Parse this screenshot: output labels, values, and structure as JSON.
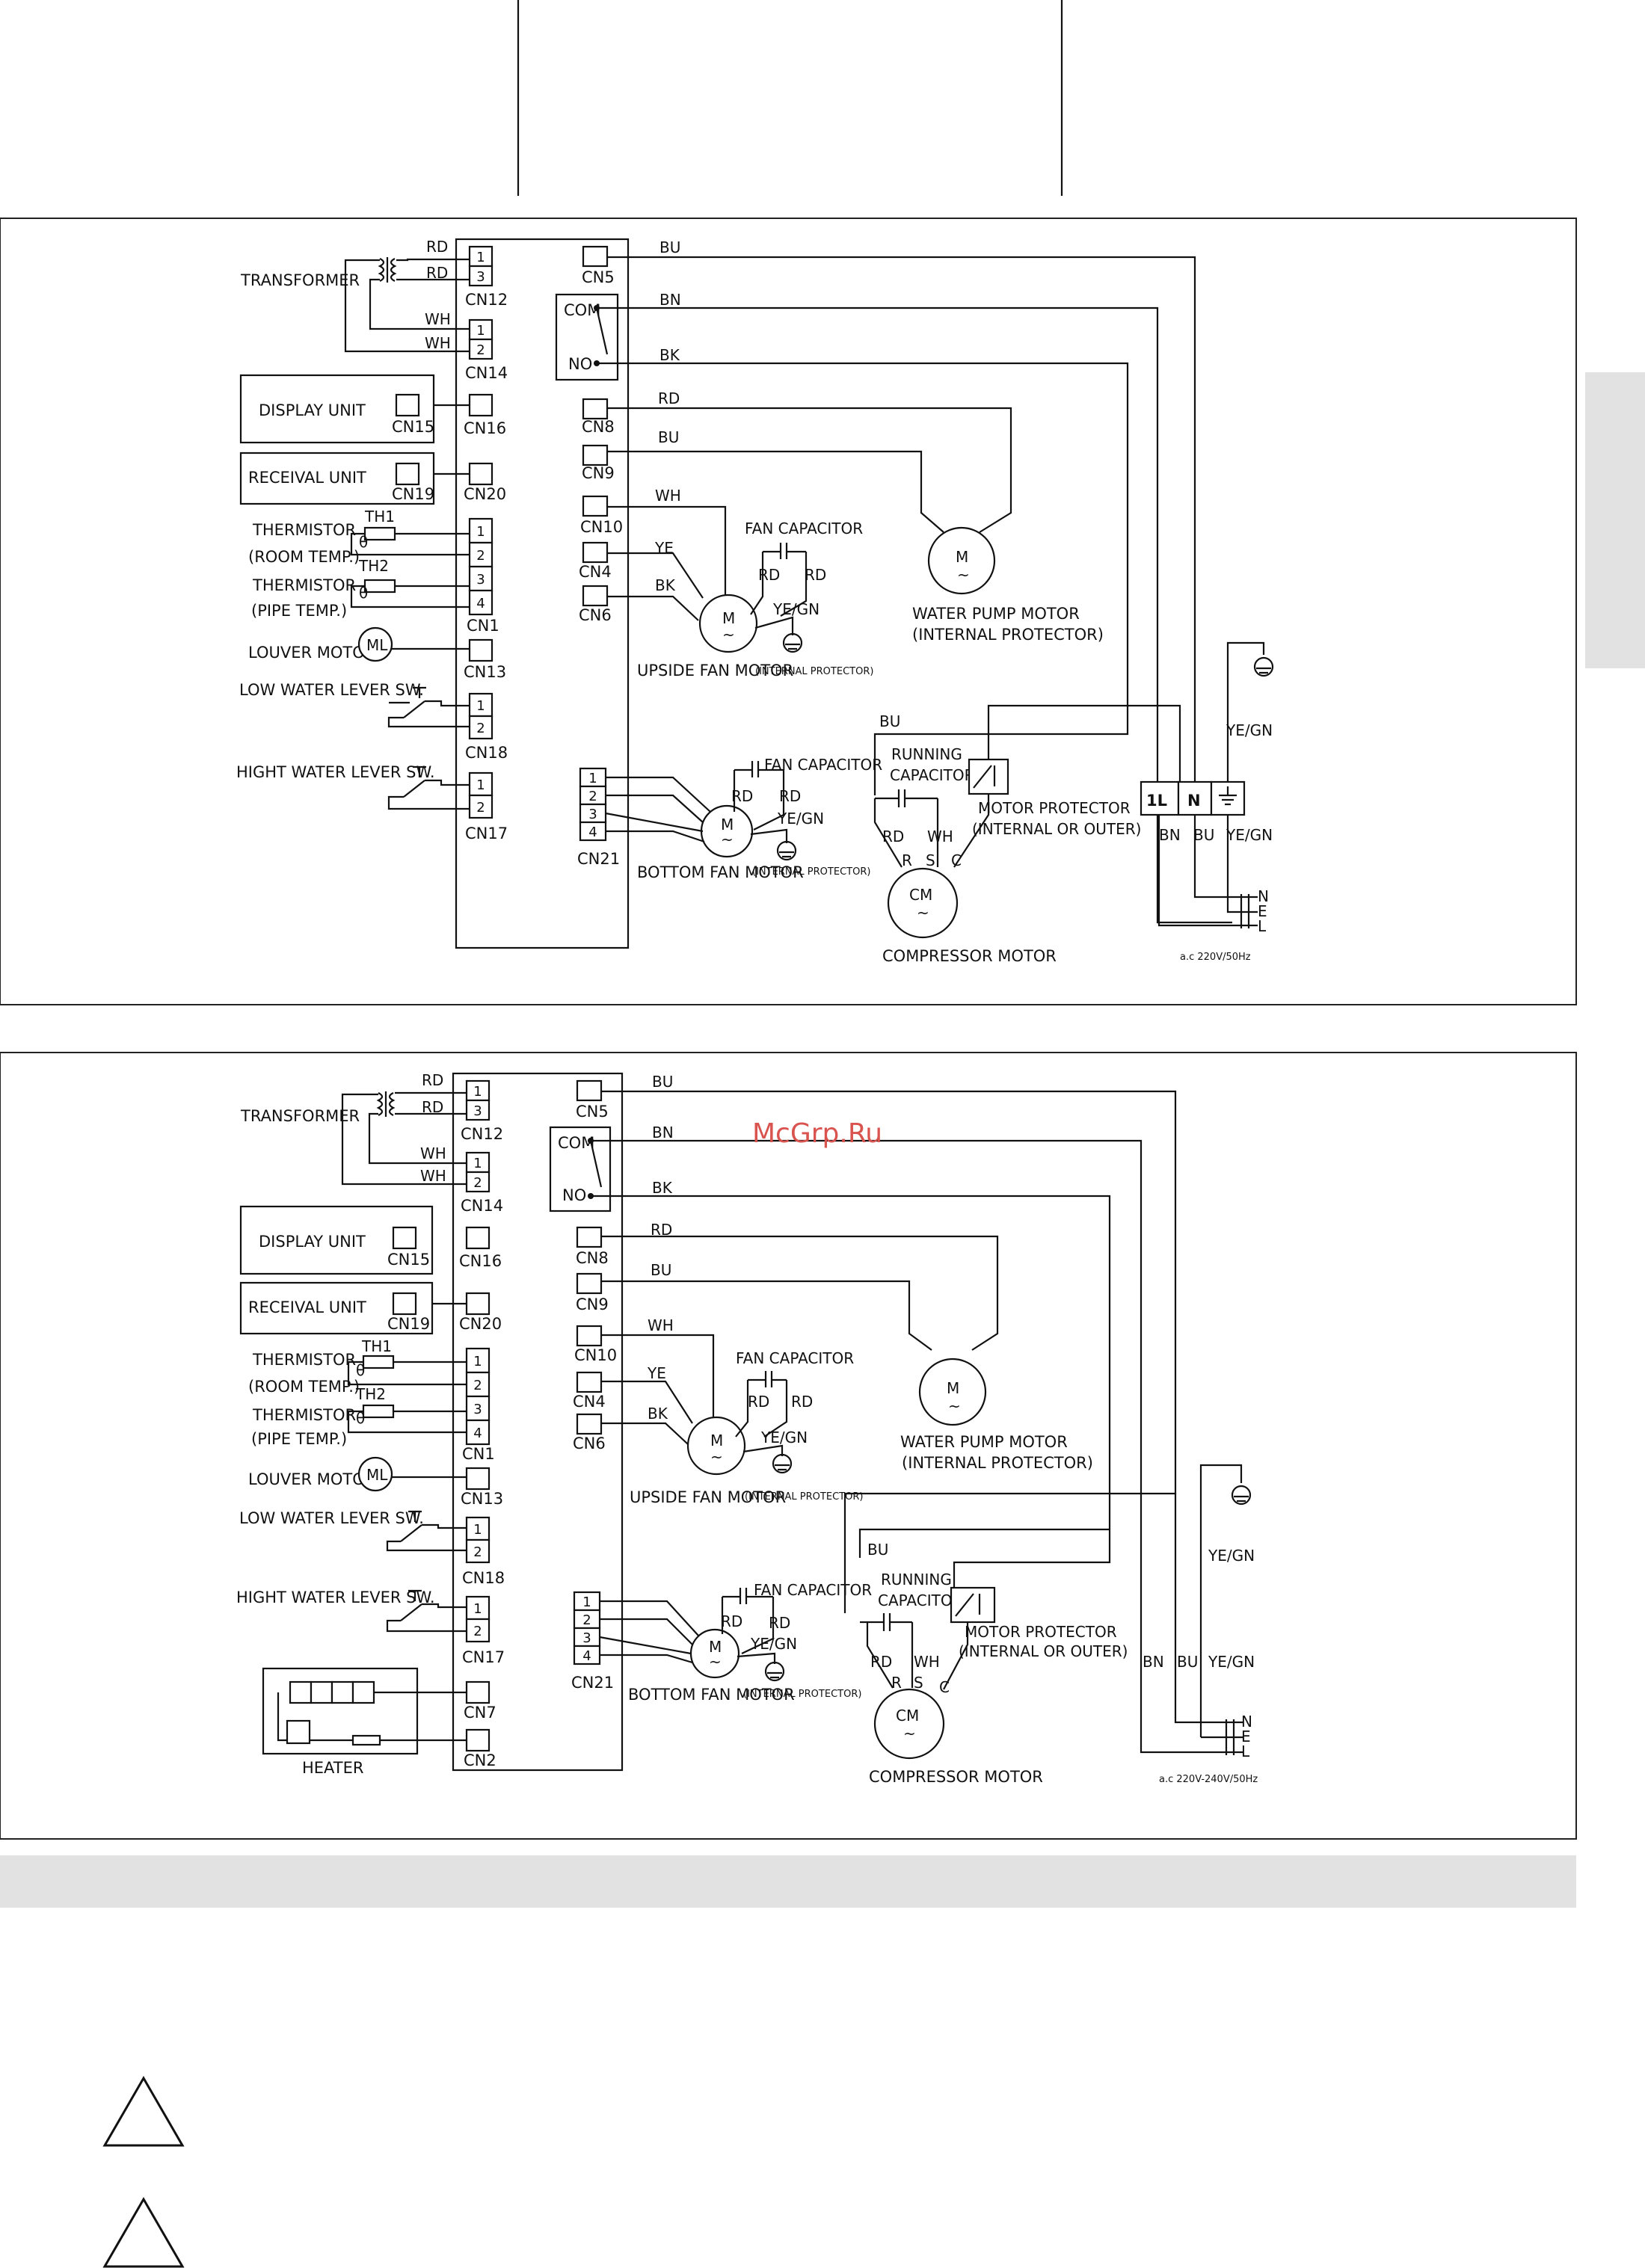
{
  "watermark": "McGrp.Ru",
  "colors": {
    "line": "#111111",
    "watermark": "#d9534f",
    "side_tab": "#e2e2e2",
    "bottom_bar": "#e2e2e2"
  },
  "diagrams": [
    {
      "labels": {
        "transformer": "TRANSFORMER",
        "display_unit": "DISPLAY UNIT",
        "receival_unit": "RECEIVAL UNIT",
        "thermistor_room": "THERMISTOR",
        "room_temp": "(ROOM TEMP.)",
        "thermistor_pipe": "THERMISTOR",
        "pipe_temp": "(PIPE TEMP.)",
        "th1": "TH1",
        "th2": "TH2",
        "louver_motor": "LOUVER MOTOR",
        "low_water": "LOW WATER LEVER SW.",
        "high_water": "HIGHT WATER LEVER SW.",
        "upside_fan": "UPSIDE FAN MOTOR",
        "bottom_fan": "BOTTOM FAN MOTOR",
        "internal_protector": "(INTERNAL PROTECTOR)",
        "fan_capacitor": "FAN CAPACITOR",
        "water_pump": "WATER PUMP MOTOR",
        "water_pump_sub": "(INTERNAL PROTECTOR)",
        "running_cap_1": "RUNNING",
        "running_cap_2": "CAPACITOR",
        "motor_protector_1": "MOTOR PROTECTOR",
        "motor_protector_2": "(INTERNAL OR OUTER)",
        "compressor": "COMPRESSOR MOTOR",
        "supply": "a.c 220V/50Hz",
        "com": "COM",
        "no": "NO",
        "theta": "θ",
        "m": "M",
        "cm": "CM",
        "ml": "ML",
        "tilde": "~"
      },
      "connectors": {
        "cn12": "CN12",
        "cn14": "CN14",
        "cn16": "CN16",
        "cn20": "CN20",
        "cn1": "CN1",
        "cn13": "CN13",
        "cn18": "CN18",
        "cn17": "CN17",
        "cn5": "CN5",
        "cn8": "CN8",
        "cn9": "CN9",
        "cn10": "CN10",
        "cn4": "CN4",
        "cn6": "CN6",
        "cn21": "CN21",
        "cn15": "CN15",
        "cn19": "CN19"
      },
      "pins": {
        "p1": "1",
        "p2": "2",
        "p3": "3",
        "p4": "4"
      },
      "wires": {
        "rd": "RD",
        "wh": "WH",
        "bu": "BU",
        "bn": "BN",
        "bk": "BK",
        "ye": "YE",
        "yegn": "YE/GN",
        "r": "R",
        "s": "S",
        "c": "C"
      },
      "terminal": {
        "l": "1L",
        "n": "N"
      },
      "plug": {
        "n": "N",
        "e": "E",
        "l": "L"
      }
    },
    {
      "labels": {
        "transformer": "TRANSFORMER",
        "display_unit": "DISPLAY UNIT",
        "receival_unit": "RECEIVAL UNIT",
        "thermistor_room": "THERMISTOR",
        "room_temp": "(ROOM TEMP.)",
        "thermistor_pipe": "THERMISTOR",
        "pipe_temp": "(PIPE TEMP.)",
        "th1": "TH1",
        "th2": "TH2",
        "louver_motor": "LOUVER MOTOR",
        "low_water": "LOW WATER LEVER SW.",
        "high_water": "HIGHT WATER LEVER SW.",
        "upside_fan": "UPSIDE FAN MOTOR",
        "bottom_fan": "BOTTOM FAN MOTOR",
        "internal_protector": "(INTERNAL PROTECTOR)",
        "fan_capacitor": "FAN CAPACITOR",
        "water_pump": "WATER PUMP MOTOR",
        "water_pump_sub": "(INTERNAL PROTECTOR)",
        "running_cap_1": "RUNNING",
        "running_cap_2": "CAPACITOR",
        "motor_protector_1": "MOTOR PROTECTOR",
        "motor_protector_2": "(INTERNAL OR OUTER)",
        "compressor": "COMPRESSOR MOTOR",
        "supply": "a.c 220V-240V/50Hz",
        "heater": "HEATER",
        "com": "COM",
        "no": "NO",
        "theta": "θ",
        "m": "M",
        "cm": "CM",
        "ml": "ML",
        "tilde": "~"
      },
      "connectors": {
        "cn12": "CN12",
        "cn14": "CN14",
        "cn16": "CN16",
        "cn20": "CN20",
        "cn1": "CN1",
        "cn13": "CN13",
        "cn18": "CN18",
        "cn17": "CN17",
        "cn5": "CN5",
        "cn8": "CN8",
        "cn9": "CN9",
        "cn10": "CN10",
        "cn4": "CN4",
        "cn6": "CN6",
        "cn21": "CN21",
        "cn15": "CN15",
        "cn19": "CN19",
        "cn7": "CN7",
        "cn2": "CN2"
      },
      "pins": {
        "p1": "1",
        "p2": "2",
        "p3": "3",
        "p4": "4"
      },
      "wires": {
        "rd": "RD",
        "wh": "WH",
        "bu": "BU",
        "bn": "BN",
        "bk": "BK",
        "ye": "YE",
        "yegn": "YE/GN",
        "r": "R",
        "s": "S",
        "c": "C"
      },
      "plug": {
        "n": "N",
        "e": "E",
        "l": "L"
      }
    }
  ]
}
